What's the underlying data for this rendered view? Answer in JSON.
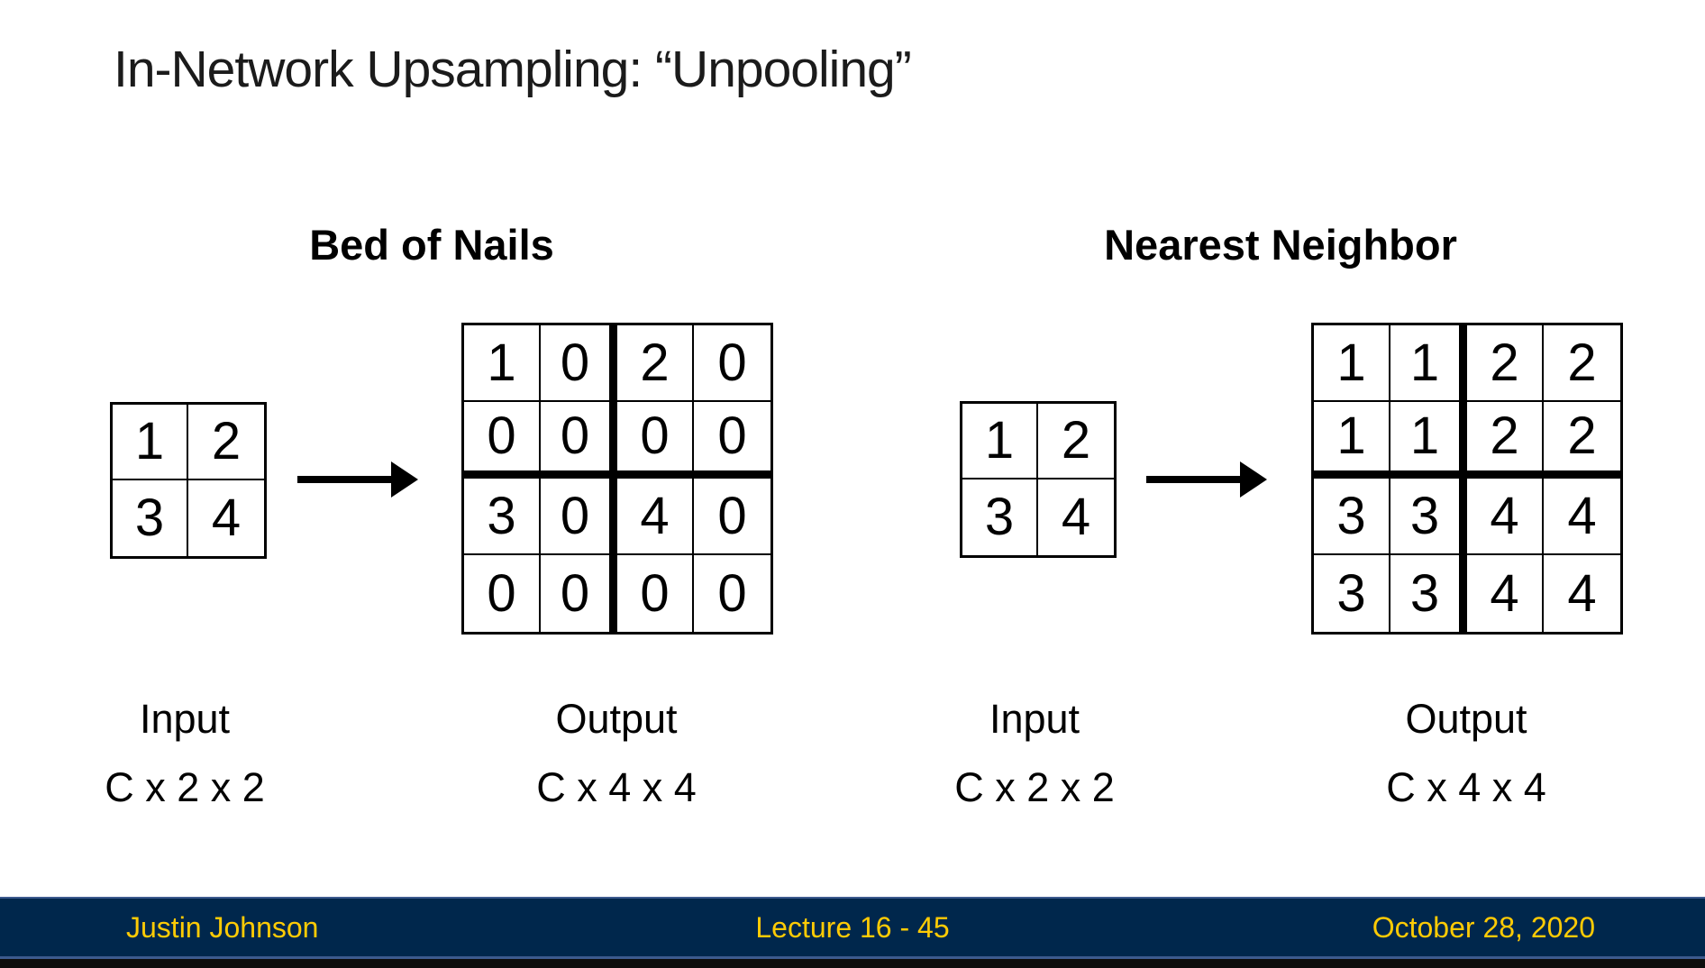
{
  "slide": {
    "title": "In-Network Upsampling: “Unpooling”",
    "sections": [
      {
        "heading": "Bed of Nails",
        "input": {
          "label_line1": "Input",
          "label_line2": "C x 2 x 2",
          "grid": [
            [
              "1",
              "2"
            ],
            [
              "3",
              "4"
            ]
          ]
        },
        "output": {
          "label_line1": "Output",
          "label_line2": "C x 4 x 4",
          "grid": [
            [
              "1",
              "0",
              "2",
              "0"
            ],
            [
              "0",
              "0",
              "0",
              "0"
            ],
            [
              "3",
              "0",
              "4",
              "0"
            ],
            [
              "0",
              "0",
              "0",
              "0"
            ]
          ]
        }
      },
      {
        "heading": "Nearest Neighbor",
        "input": {
          "label_line1": "Input",
          "label_line2": "C x 2 x 2",
          "grid": [
            [
              "1",
              "2"
            ],
            [
              "3",
              "4"
            ]
          ]
        },
        "output": {
          "label_line1": "Output",
          "label_line2": "C x 4 x 4",
          "grid": [
            [
              "1",
              "1",
              "2",
              "2"
            ],
            [
              "1",
              "1",
              "2",
              "2"
            ],
            [
              "3",
              "3",
              "4",
              "4"
            ],
            [
              "3",
              "3",
              "4",
              "4"
            ]
          ]
        }
      }
    ]
  },
  "footer": {
    "author": "Justin Johnson",
    "lecture": "Lecture 16 - 45",
    "date": "October 28, 2020",
    "bar_color": "#00274C",
    "text_color": "#FFCB05"
  }
}
